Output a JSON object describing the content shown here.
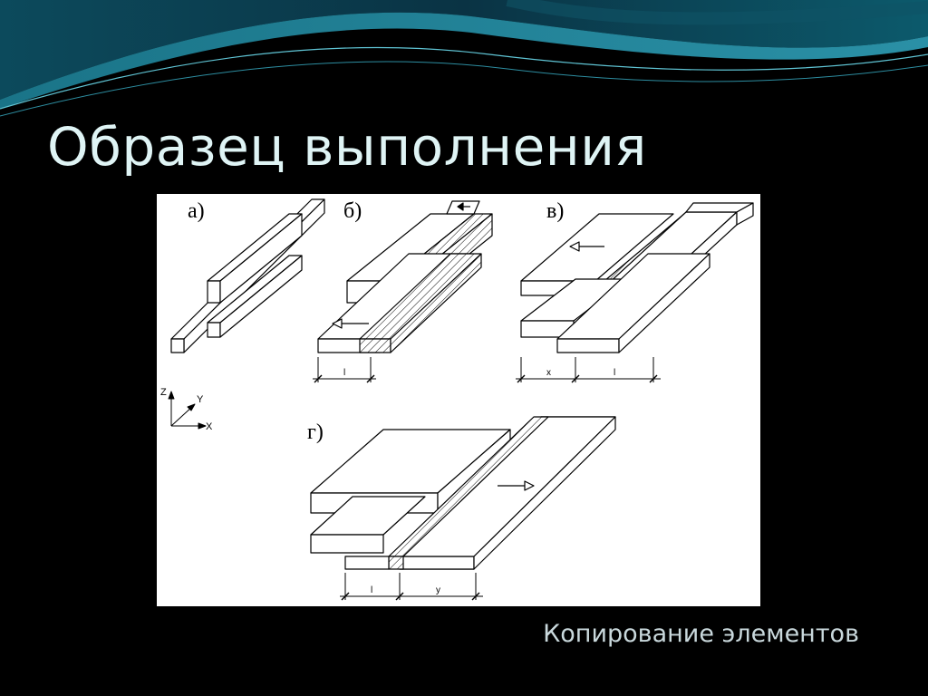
{
  "slide": {
    "title": "Образец выполнения",
    "subtitle": "Копирование элементов"
  },
  "figure": {
    "labels": [
      "а)",
      "б)",
      "в)",
      "г)"
    ],
    "dimension_labels": {
      "b_l": "l",
      "v_x": "x",
      "v_l": "l",
      "g_l": "l",
      "g_y": "y"
    },
    "axes": {
      "z": "Z",
      "y": "Y",
      "x": "X"
    }
  },
  "colors": {
    "background": "#000000",
    "title": "#dff4f5",
    "subtitle": "#c9d8dc",
    "wave_dark": "#0a3c4c",
    "wave_light": "#1f7f95",
    "figure_bg": "#ffffff"
  }
}
